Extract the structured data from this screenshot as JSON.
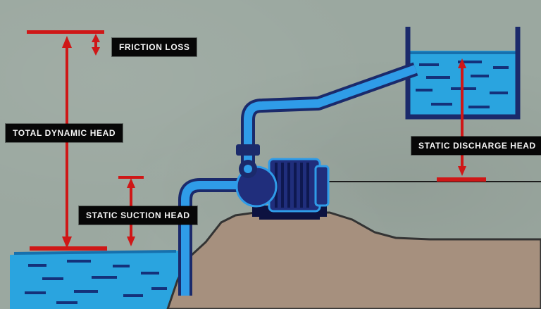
{
  "diagram": {
    "labels": {
      "friction_loss": "FRICTION LOSS",
      "total_dynamic_head": "TOTAL DYNAMIC HEAD",
      "static_suction_head": "STATIC SUCTION HEAD",
      "static_discharge_head": "STATIC DISCHARGE HEAD"
    },
    "colors": {
      "background": "#9ba8a0",
      "water": "#2aa4df",
      "water_dash": "#14317a",
      "pipe_fill": "#2f9ce8",
      "pipe_outline": "#1b2a6b",
      "pump_body": "#202e7c",
      "pump_dark": "#0e1850",
      "ground": "#a6907e",
      "ground_outline": "#333333",
      "annotation_red": "#cf1717",
      "label_bg": "#070707",
      "label_text": "#f5f5f5",
      "datum_line": "#1c1c1c"
    }
  }
}
